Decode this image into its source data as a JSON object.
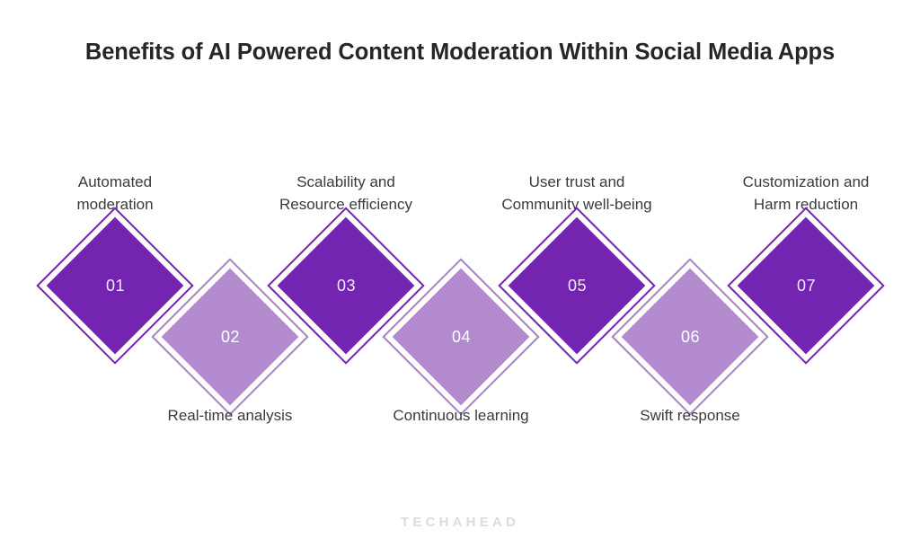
{
  "header": {
    "title": "Benefits of AI Powered Content Moderation Within Social Media Apps"
  },
  "colors": {
    "dark_purple": "#7324b0",
    "light_purple": "#b38ace",
    "light_border": "#a683c0",
    "title_text": "#262626",
    "caption_text": "#3a3a3a",
    "watermark_text": "#dcdcdc",
    "background": "#ffffff"
  },
  "footer": {
    "watermark": "TECHAHEAD"
  },
  "chart_data": {
    "type": "diagram",
    "title": "Benefits of AI Powered Content Moderation Within Social Media Apps",
    "layout": "zigzag-diamond-sequence",
    "count": 7,
    "items": [
      {
        "number": "01",
        "label": "Automated\nmoderation",
        "style": "dark",
        "position": "up",
        "label_position": "top"
      },
      {
        "number": "02",
        "label": "Real-time analysis",
        "style": "light",
        "position": "down",
        "label_position": "bottom"
      },
      {
        "number": "03",
        "label": "Scalability and\nResource efficiency",
        "style": "dark",
        "position": "up",
        "label_position": "top"
      },
      {
        "number": "04",
        "label": "Continuous learning",
        "style": "light",
        "position": "down",
        "label_position": "bottom"
      },
      {
        "number": "05",
        "label": "User trust and\nCommunity well-being",
        "style": "dark",
        "position": "up",
        "label_position": "top"
      },
      {
        "number": "06",
        "label": "Swift response",
        "style": "light",
        "position": "down",
        "label_position": "bottom"
      },
      {
        "number": "07",
        "label": "Customization and\nHarm reduction",
        "style": "dark",
        "position": "up",
        "label_position": "top"
      }
    ]
  }
}
